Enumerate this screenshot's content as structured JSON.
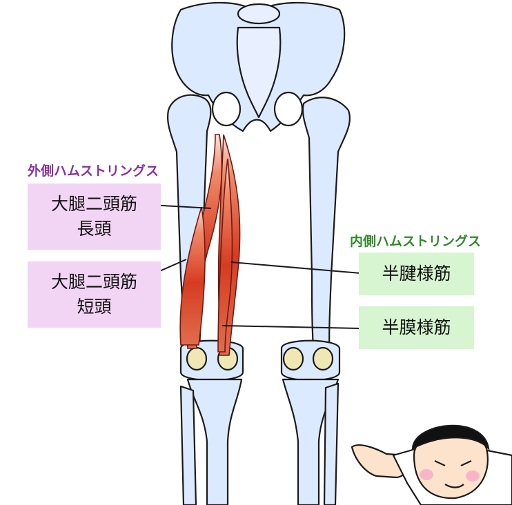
{
  "lateral": {
    "title": "外側ハムストリングス",
    "color": "#8a2ea0",
    "label_bg": "#f2d4f4",
    "muscles": [
      {
        "line1": "大腿二頭筋",
        "line2": "長頭"
      },
      {
        "line1": "大腿二頭筋",
        "line2": "短頭"
      }
    ]
  },
  "medial": {
    "title": "内側ハムストリングス",
    "color": "#2f8a2a",
    "label_bg": "#d7f5d0",
    "muscles": [
      {
        "line1": "半腱様筋"
      },
      {
        "line1": "半膜様筋"
      }
    ]
  },
  "colors": {
    "bone": "#dceaff",
    "bone_outline": "#1a1a1a",
    "cartilage": "#efe8b4",
    "muscle": "#d9442b"
  }
}
